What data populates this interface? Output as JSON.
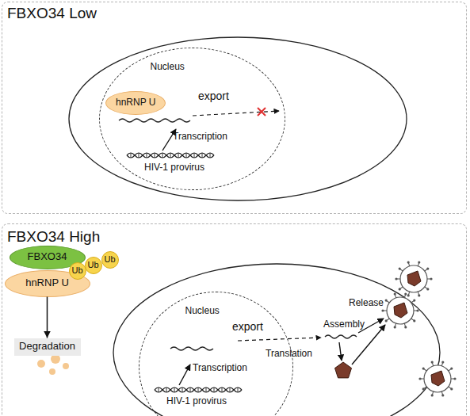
{
  "diagram": {
    "nodes": [
      {
        "text": [
          "FBXO34 Low"
        ]
      },
      {
        "text": [
          "Nucleus"
        ],
        "in": 0
      },
      {
        "text": [
          "hnRNP U"
        ],
        "in": 1
      },
      {
        "text": [
          "FBXO34 High"
        ]
      },
      {
        "text": [
          "FBXO34"
        ],
        "in": 3
      },
      {
        "text": [
          "hnRNP U"
        ],
        "in": 3
      },
      {
        "text": [
          "Ub"
        ],
        "in": 3
      },
      {
        "text": [
          "Ub"
        ],
        "in": 3
      },
      {
        "text": [
          "Ub"
        ],
        "in": 3
      },
      {
        "text": [
          "Degradation"
        ],
        "in": 3
      },
      {
        "text": [
          "Nucleus"
        ],
        "in": 3
      }
    ],
    "edges": [
      {
        "from": 5,
        "to": 9,
        "arrow": "to"
      }
    ],
    "labels": [
      "export",
      "Transcription",
      "HIV-1 provirus",
      "export",
      "Transcription",
      "HIV-1 provirus",
      "Translation",
      "Assembly",
      "Release"
    ]
  }
}
